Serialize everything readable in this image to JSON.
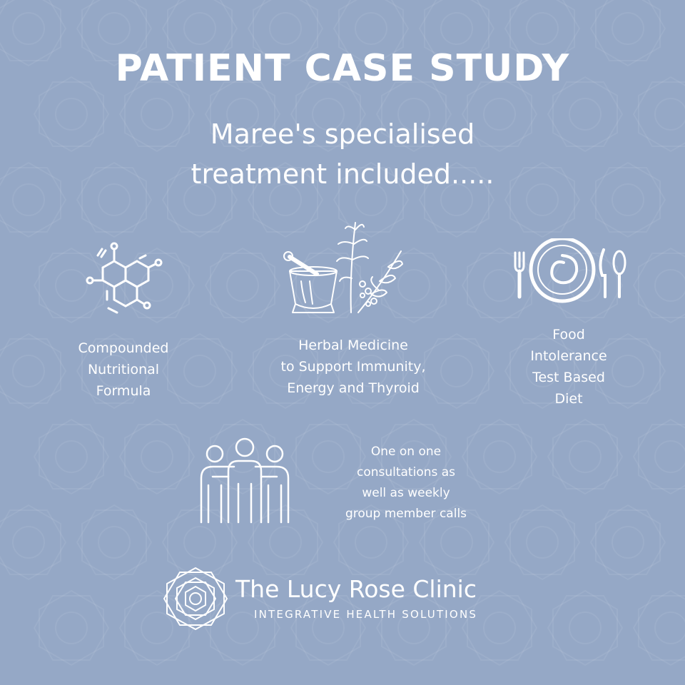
{
  "header": {
    "title": "PATIENT CASE STUDY",
    "subtitle_line1": "Maree's specialised",
    "subtitle_line2": "treatment included....."
  },
  "treatments": [
    {
      "icon": "molecule-icon",
      "label": "Compounded\nNutritional\nFormula"
    },
    {
      "icon": "herbal-mortar-icon",
      "label": "Herbal Medicine\nto Support Immunity,\nEnergy and Thyroid"
    },
    {
      "icon": "plate-cutlery-icon",
      "label": "Food\nIntolerance\nTest Based\nDiet"
    },
    {
      "icon": "group-people-icon",
      "label": "One on one\nconsultations as\nwell as weekly\ngroup member calls"
    }
  ],
  "brand": {
    "logo_icon": "rose-logo-icon",
    "name": "The Lucy Rose Clinic",
    "tagline": "INTEGRATIVE HEALTH SOLUTIONS"
  },
  "colors": {
    "background": "#95a8c6",
    "foreground": "#ffffff"
  }
}
